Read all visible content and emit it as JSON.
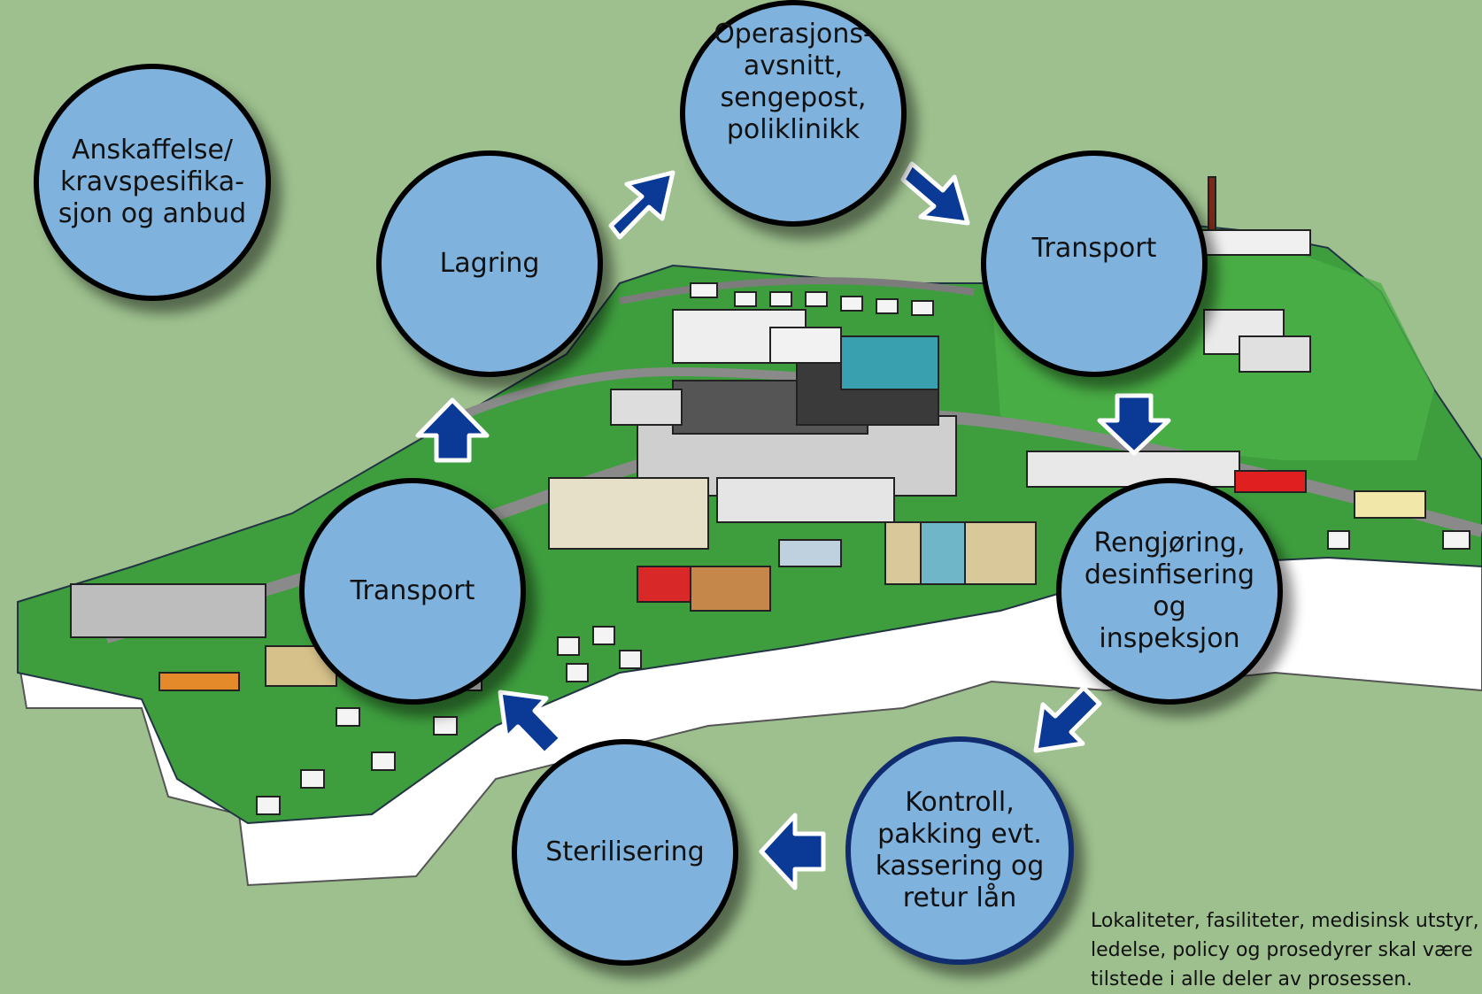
{
  "diagram": {
    "steps": {
      "anskaffelse": "Anskaffelse/\nkravspesifika-\nsjon og anbud",
      "lagring": "Lagring",
      "operasjon": "Operasjons-\navsnitt,\nsengepost,\npoliklinikk",
      "transport_right": "Transport",
      "rengjoring": "Rengjøring,\ndesinfisering\nog\ninspeksjon",
      "kontroll": "Kontroll,\npakking evt.\nkassering og\nretur lån",
      "sterilisering": "Sterilisering",
      "transport_left": "Transport"
    },
    "note": "Lokaliteter, fasiliteter, medisinsk utstyr,\nledelse, policy og prosedyrer  skal være\ntilstede i alle deler av prosessen.",
    "colors": {
      "background": "#9dc08e",
      "circle_fill": "#7fb3de",
      "arrow": "#0b3a96",
      "terrain": "#3e9e3e",
      "cliff": "#ffffff"
    }
  }
}
